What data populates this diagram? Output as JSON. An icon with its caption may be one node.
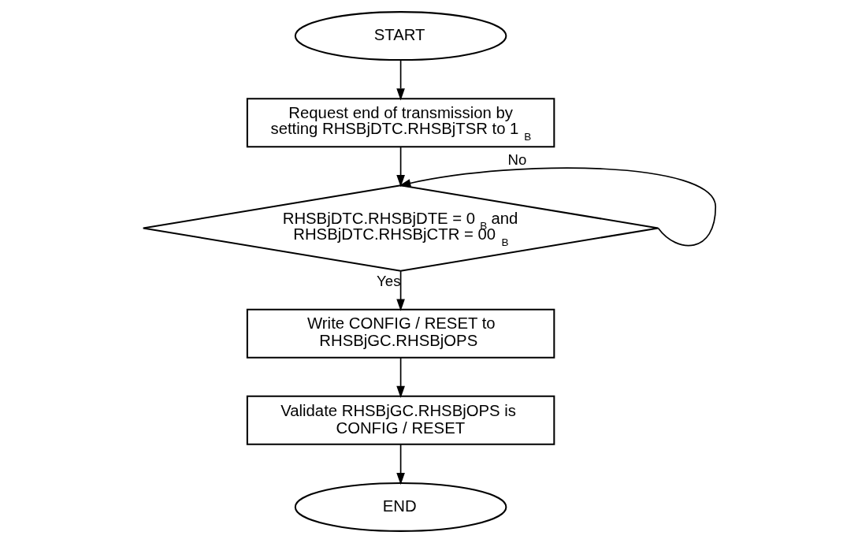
{
  "diagram": {
    "nodes": [
      {
        "text": [
          "START"
        ]
      },
      {
        "text": [
          "Request end of transmission by setting RHSBjDTC.RHSBjTSR to 1$_{B}$"
        ]
      },
      {
        "text": [
          "RHSBjDTC.RHSBjDTE = 0$_{B}$ and RHSBjDTC.RHSBjCTR = 00$_{B}$"
        ]
      },
      {
        "text": [
          "Write CONFIG / RESET to RHSBjGC.RHSBjOPS"
        ]
      },
      {
        "text": [
          "Validate RHSBjGC.RHSBjOPS is CONFIG / RESET"
        ]
      },
      {
        "text": [
          "END"
        ]
      }
    ],
    "edges": [
      {
        "from": 0,
        "to": 1,
        "arrow": "to"
      },
      {
        "from": 1,
        "to": 2,
        "arrow": "to"
      },
      {
        "from": 2,
        "to": 2,
        "arrow": "to",
        "label": "No"
      },
      {
        "from": 2,
        "to": 3,
        "arrow": "to",
        "label": "Yes"
      },
      {
        "from": 3,
        "to": 4,
        "arrow": "to"
      },
      {
        "from": 4,
        "to": 5,
        "arrow": "to"
      }
    ]
  }
}
